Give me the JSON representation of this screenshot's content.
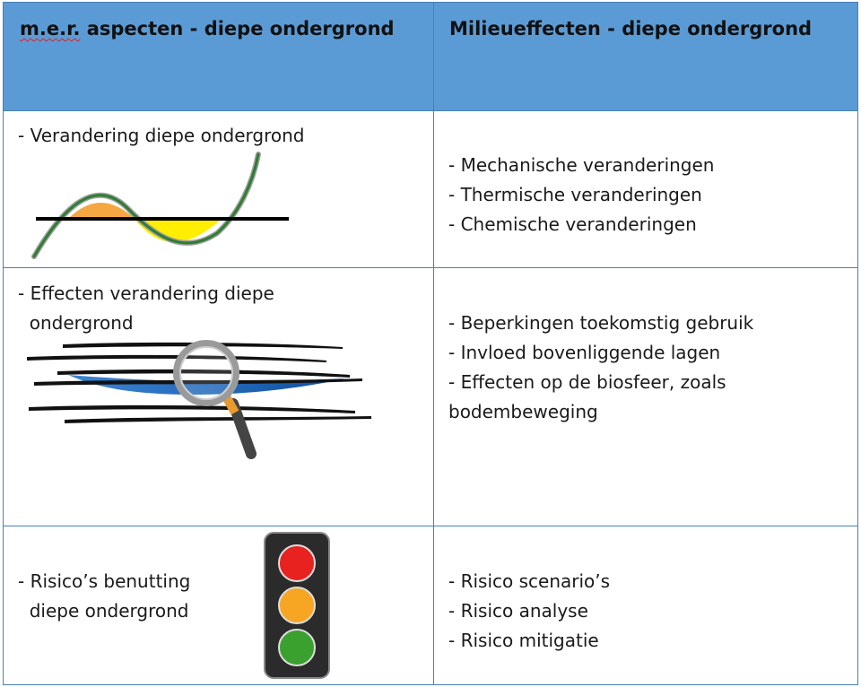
{
  "header": {
    "left_prefix": "m.e.r.",
    "left_rest": " aspecten - diepe ondergrond",
    "right": "Milieueffecten - diepe ondergrond"
  },
  "rows": [
    {
      "aspect": [
        "- Verandering diepe ondergrond"
      ],
      "effects": [
        "- Mechanische veranderingen",
        "- Thermische veranderingen",
        "- Chemische veranderingen"
      ]
    },
    {
      "aspect": [
        "- Effecten verandering diepe",
        "  ondergrond"
      ],
      "effects": [
        "- Beperkingen toekomstig gebruik",
        "- Invloed bovenliggende lagen",
        "- Effecten op de biosfeer, zoals",
        "bodembeweging"
      ]
    },
    {
      "aspect": [
        "- Risico’s benutting",
        "  diepe ondergrond"
      ],
      "effects": [
        "- Risico scenario’s",
        "- Risico analyse",
        "- Risico mitigatie"
      ]
    }
  ],
  "colors": {
    "header_bg": "#5b9bd5",
    "grid": "#4a7fb8",
    "curve_stroke": "#2e7d32",
    "fill_orange": "#f4a742",
    "fill_yellow": "#ffee00",
    "light_red": "#e8221f",
    "light_amber": "#f6a623",
    "light_green": "#3aa02e"
  },
  "icons": {
    "row1": "wave-curve-icon",
    "row2": "magnifier-layers-icon",
    "row3": "traffic-light-icon"
  }
}
